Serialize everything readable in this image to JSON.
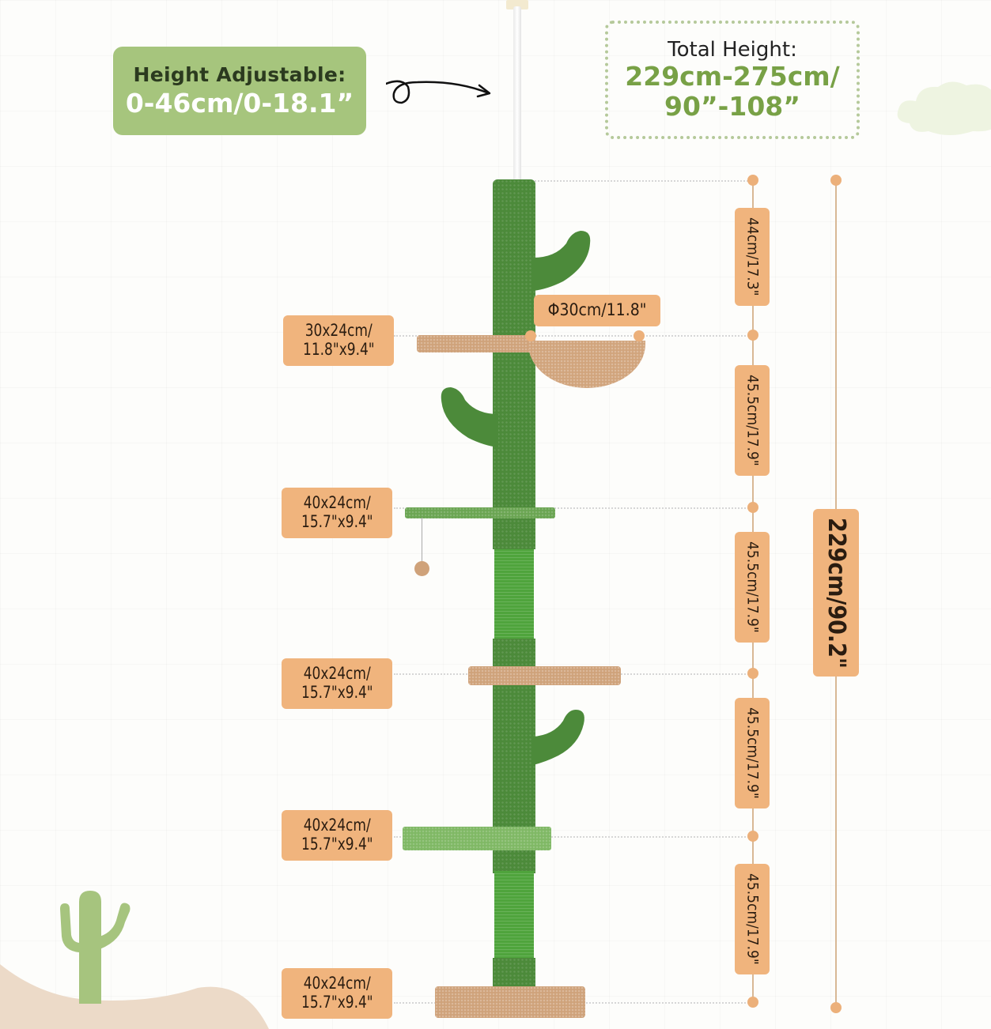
{
  "height_adjustable": {
    "title": "Height Adjustable:",
    "value": "0-46cm/0-18.1”"
  },
  "total_height": {
    "title": "Total Height:",
    "value_line1": "229cm-275cm/",
    "value_line2": "90”-108”"
  },
  "basket": {
    "diameter_label": "Φ30cm/11.8\""
  },
  "platform_labels": [
    {
      "line1": "30x24cm/",
      "line2": "11.8\"x9.4\""
    },
    {
      "line1": "40x24cm/",
      "line2": "15.7\"x9.4\""
    },
    {
      "line1": "40x24cm/",
      "line2": "15.7\"x9.4\""
    },
    {
      "line1": "40x24cm/",
      "line2": "15.7\"x9.4\""
    },
    {
      "line1": "40x24cm/",
      "line2": "15.7\"x9.4\""
    }
  ],
  "segment_heights": [
    "44cm/17.3\"",
    "45.5cm/17.9\"",
    "45.5cm/17.9\"",
    "45.5cm/17.9\"",
    "45.5cm/17.9\""
  ],
  "base_height": "229cm/90.2\"",
  "colors": {
    "label_orange": "#f0b47d",
    "accent_green": "#a6c57d",
    "text_green": "#78a146",
    "trunk_green": "#4c8a3a",
    "platform_tan": "#cfa27a",
    "ground_beige": "#ecdac8"
  },
  "icons": {
    "arrow": "curly-arrow-icon",
    "cloud": "cloud-icon",
    "decor_cactus": "cactus-icon"
  }
}
